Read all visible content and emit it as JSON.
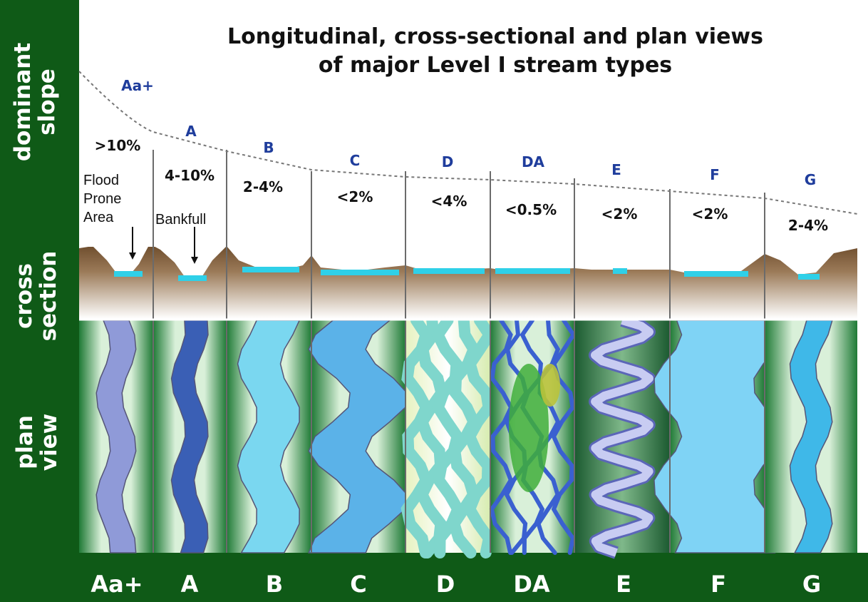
{
  "title_line1": "Longitudinal, cross-sectional and plan views",
  "title_line2": "of major Level I stream types",
  "row_labels": {
    "slope": "dominant\nslope",
    "cross": "cross\nsection",
    "plan": "plan\nview"
  },
  "notes": {
    "flood_prone": "Flood\nProne\nArea",
    "bankfull": "Bankfull"
  },
  "stream_types": [
    {
      "type": "Aa+",
      "slope": ">10%"
    },
    {
      "type": "A",
      "slope": "4-10%"
    },
    {
      "type": "B",
      "slope": "2-4%"
    },
    {
      "type": "C",
      "slope": "<2%"
    },
    {
      "type": "D",
      "slope": "<4%"
    },
    {
      "type": "DA",
      "slope": "<0.5%"
    },
    {
      "type": "E",
      "slope": "<2%"
    },
    {
      "type": "F",
      "slope": "<2%"
    },
    {
      "type": "G",
      "slope": "2-4%"
    }
  ],
  "colors": {
    "band_green": "#0f5a17",
    "type_blue": "#1f3d9c",
    "soil_brown": "#8a6a45",
    "water_cyan": "#2fd0e8"
  }
}
